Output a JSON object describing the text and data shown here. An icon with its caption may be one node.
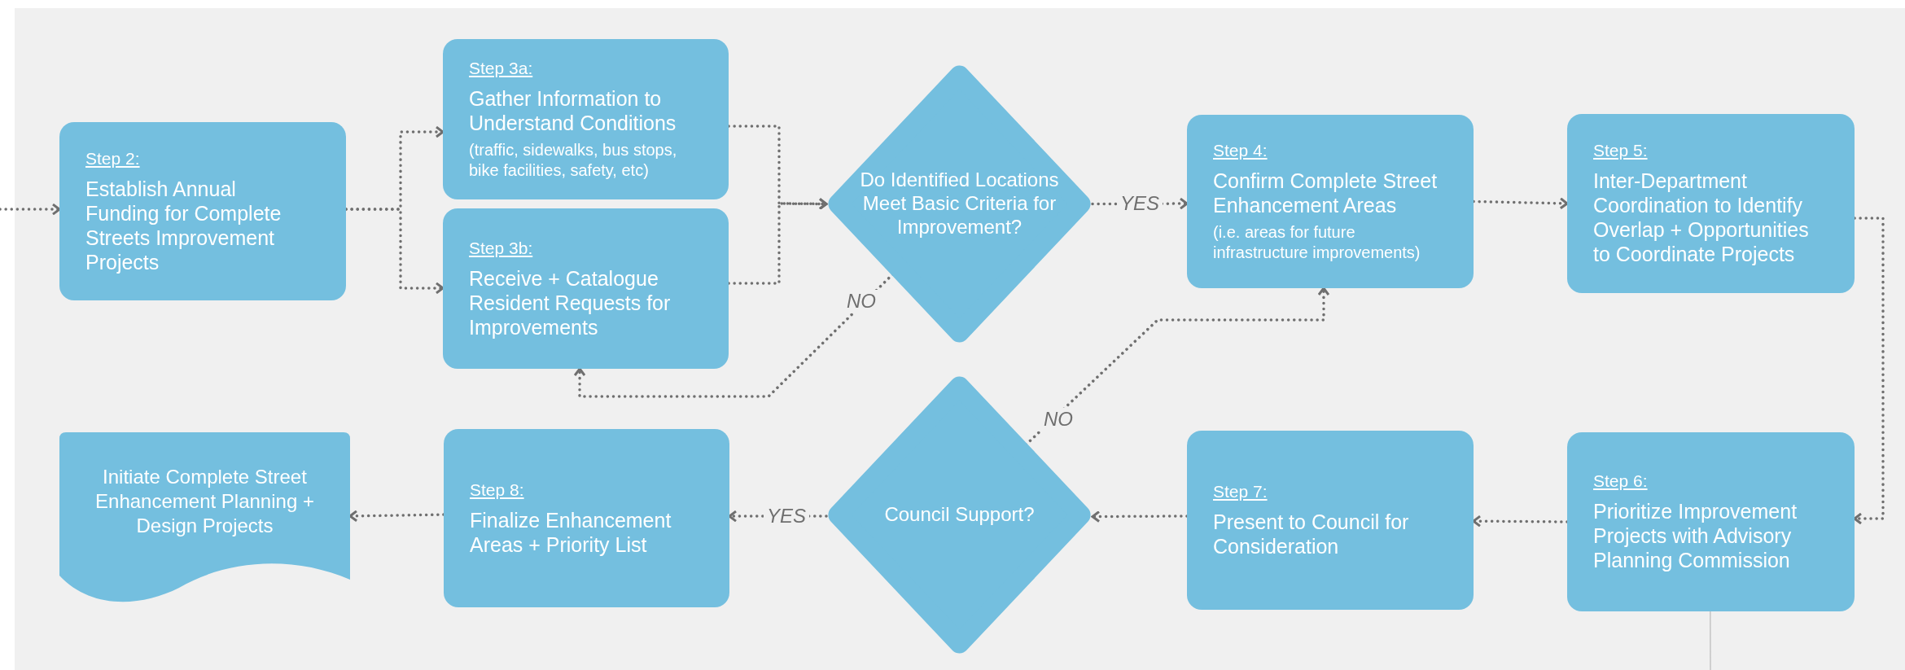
{
  "diagram": {
    "nodes": [
      {
        "text": [
          "Step 2:",
          "Establish Annual Funding for Complete Streets Improvement Projects"
        ]
      },
      {
        "text": [
          "Step 3a:",
          "Gather Information to Understand Conditions",
          "(traffic, sidewalks, bus stops, bike facilities, safety, etc)"
        ]
      },
      {
        "text": [
          "Step 3b:",
          "Receive + Catalogue Resident Requests for Improvements"
        ]
      },
      {
        "text": [
          "Do Identified Locations Meet Basic Criteria for Improvement?"
        ]
      },
      {
        "text": [
          "Step 4:",
          "Confirm Complete Street Enhancement Areas",
          "(i.e. areas for future infrastructure improvements)"
        ]
      },
      {
        "text": [
          "Step 5:",
          "Inter-Department Coordination to Identify Overlap + Opportunities to Coordinate Projects"
        ]
      },
      {
        "text": [
          "Step 6:",
          "Prioritize Improvement Projects with Advisory Planning Commission"
        ]
      },
      {
        "text": [
          "Step 7:",
          "Present to Council for Consideration"
        ]
      },
      {
        "text": [
          "Council Support?"
        ]
      },
      {
        "text": [
          "Step 8:",
          "Finalize Enhancement Areas + Priority List"
        ]
      },
      {
        "text": [
          "Initiate Complete Street Enhancement Planning + Design Projects"
        ]
      }
    ],
    "edges": [
      {
        "from": null,
        "to": 0,
        "arrow": "to",
        "style": "dashed"
      },
      {
        "from": 0,
        "to": 1,
        "arrow": "to",
        "style": "dashed"
      },
      {
        "from": 0,
        "to": 2,
        "arrow": "to",
        "style": "dashed"
      },
      {
        "from": 1,
        "to": 3,
        "arrow": "to",
        "style": "dashed"
      },
      {
        "from": 2,
        "to": 3,
        "arrow": "to",
        "style": "dashed"
      },
      {
        "from": 3,
        "to": 4,
        "arrow": "to",
        "label": "YES",
        "style": "dashed"
      },
      {
        "from": 3,
        "to": 2,
        "arrow": "to",
        "label": "NO",
        "style": "dashed"
      },
      {
        "from": 4,
        "to": 5,
        "arrow": "to",
        "style": "dashed"
      },
      {
        "from": 5,
        "to": 6,
        "arrow": "to",
        "style": "dashed"
      },
      {
        "from": 6,
        "to": 7,
        "arrow": "to",
        "style": "dashed"
      },
      {
        "from": 7,
        "to": 8,
        "arrow": "to",
        "style": "dashed"
      },
      {
        "from": 8,
        "to": 9,
        "arrow": "to",
        "label": "YES",
        "style": "dashed"
      },
      {
        "from": 8,
        "to": 4,
        "arrow": "to",
        "label": "NO",
        "style": "dashed"
      },
      {
        "from": 9,
        "to": 10,
        "arrow": "to",
        "style": "dashed"
      },
      {
        "from": 6,
        "to": null,
        "arrow": "none",
        "color": "#c4c4c4"
      }
    ]
  }
}
